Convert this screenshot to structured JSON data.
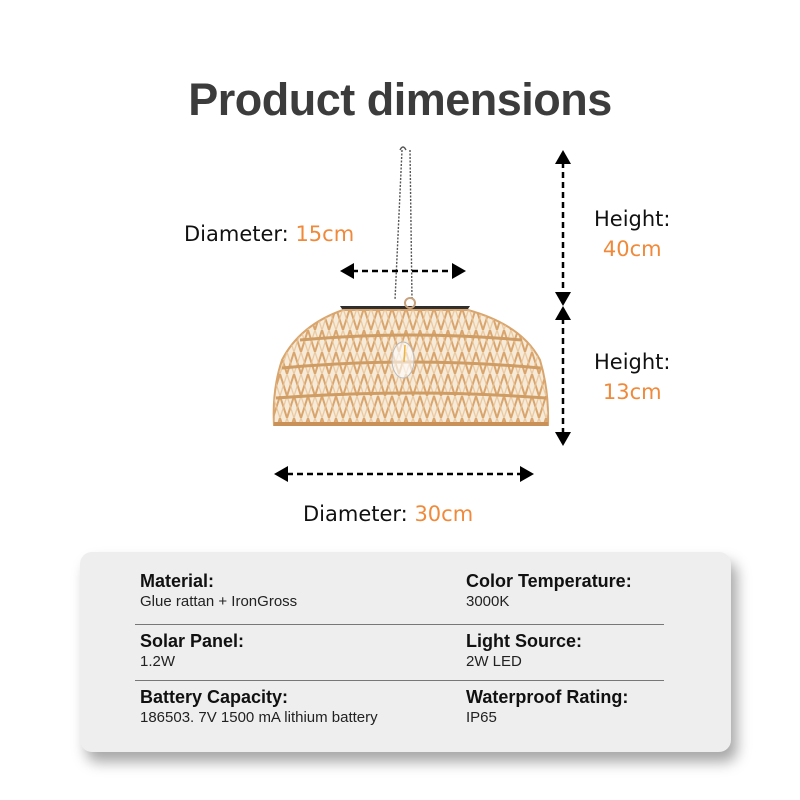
{
  "header": {
    "title": "Product dimensions"
  },
  "dimensions": {
    "top_diameter": {
      "label": "Diameter:",
      "value": "15cm"
    },
    "total_height": {
      "label": "Height:",
      "value": "40cm"
    },
    "shade_height": {
      "label": "Height:",
      "value": "13cm"
    },
    "bottom_diameter": {
      "label": "Diameter:",
      "value": "30cm"
    }
  },
  "image": {
    "subject": "pendant-rattan-lamp",
    "description": "Woven rattan dome pendant lamp with chain and solar panel top"
  },
  "specs": {
    "left": [
      {
        "label": "Material:",
        "value": "Glue rattan + IronGross"
      },
      {
        "label": "Solar Panel:",
        "value": "1.2W"
      },
      {
        "label": "Battery Capacity:",
        "value": "186503. 7V 1500 mA lithium battery"
      }
    ],
    "right": [
      {
        "label": "Color Temperature:",
        "value": "3000K"
      },
      {
        "label": "Light Source:",
        "value": "2W LED"
      },
      {
        "label": "Waterproof Rating:",
        "value": "IP65"
      }
    ]
  },
  "colors": {
    "accent": "#f08a3a",
    "title": "#3c3c3c",
    "card_bg": "#eeeeee",
    "rattan": "#e2b47f"
  }
}
